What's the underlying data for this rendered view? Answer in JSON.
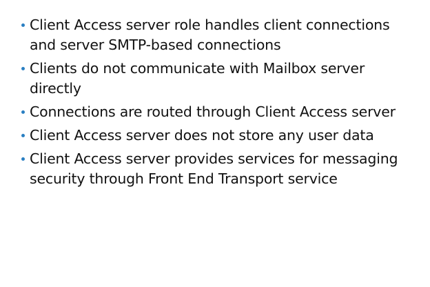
{
  "slide": {
    "bullet_color": "#2a7fc2",
    "bullets": [
      {
        "text": "Client Access server role handles client connections and server SMTP-based connections"
      },
      {
        "text": "Clients do not communicate with Mailbox server directly"
      },
      {
        "text": "Connections are routed through Client Access server"
      },
      {
        "text": "Client Access server does not store any user data"
      },
      {
        "text": "Client Access server provides services for messaging security through Front End Transport service"
      }
    ]
  }
}
